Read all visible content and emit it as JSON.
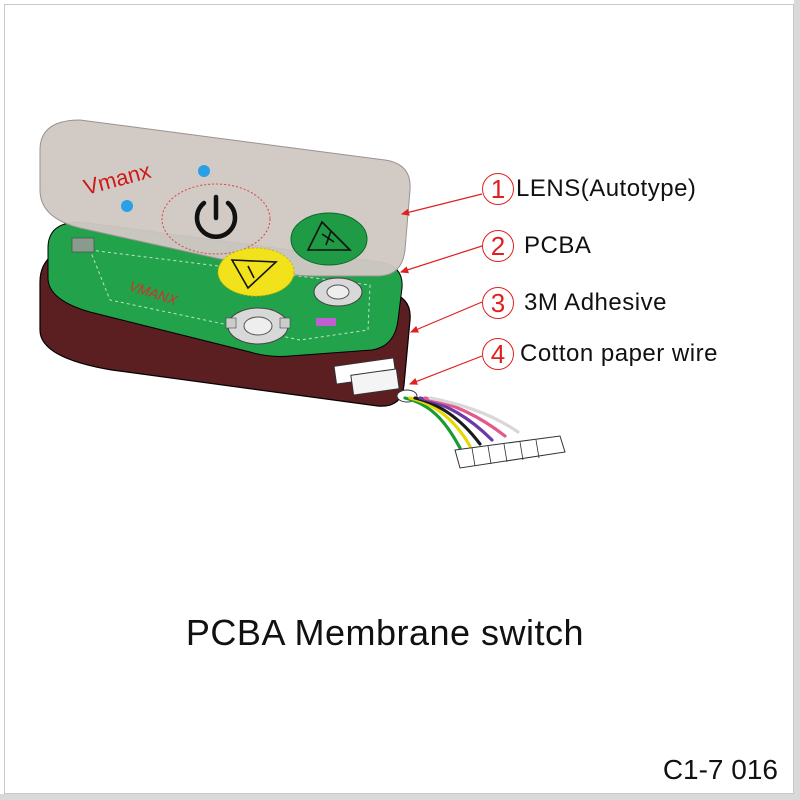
{
  "brand_text": "Vmanx",
  "pcb_brand_text": "VMANX",
  "layers": [
    {
      "number": "1",
      "label": "LENS(Autotype)"
    },
    {
      "number": "2",
      "label": "PCBA"
    },
    {
      "number": "3",
      "label": "3M Adhesive"
    },
    {
      "number": "4",
      "label": "Cotton paper wire"
    }
  ],
  "caption": "PCBA Membrane switch",
  "code": "C1-7 016",
  "colors": {
    "lens": "#cfc8c3",
    "pcb": "#22a24a",
    "adhesive": "#5b1f22",
    "button_plus": "#1f9a45",
    "button_minus": "#f2e21b",
    "led": "#2aa0e6",
    "callout": "#e02020"
  },
  "icons": [
    "power-icon",
    "plus-triangle-icon",
    "minus-triangle-icon"
  ]
}
